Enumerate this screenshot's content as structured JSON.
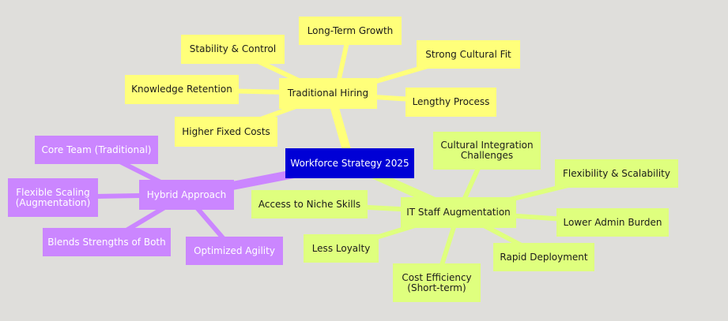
{
  "colors": {
    "background": "#dfdedb",
    "root": "#0000d6",
    "traditional": "#ffff7a",
    "augmentation": "#dfff7e",
    "hybrid": "#cb86ff"
  },
  "root": {
    "label": "Workforce Strategy 2025"
  },
  "traditional": {
    "label": "Traditional Hiring",
    "children": [
      "Long-Term Growth",
      "Stability & Control",
      "Strong Cultural Fit",
      "Knowledge Retention",
      "Lengthy Process",
      "Higher Fixed Costs"
    ]
  },
  "augmentation": {
    "label": "IT Staff Augmentation",
    "children": [
      "Cultural Integration\nChallenges",
      "Flexibility & Scalability",
      "Access to Niche Skills",
      "Lower Admin Burden",
      "Less Loyalty",
      "Rapid Deployment",
      "Cost Efficiency\n(Short-term)"
    ]
  },
  "hybrid": {
    "label": "Hybrid Approach",
    "children": [
      "Core Team (Traditional)",
      "Flexible Scaling\n(Augmentation)",
      "Blends Strengths of Both",
      "Optimized Agility"
    ]
  }
}
